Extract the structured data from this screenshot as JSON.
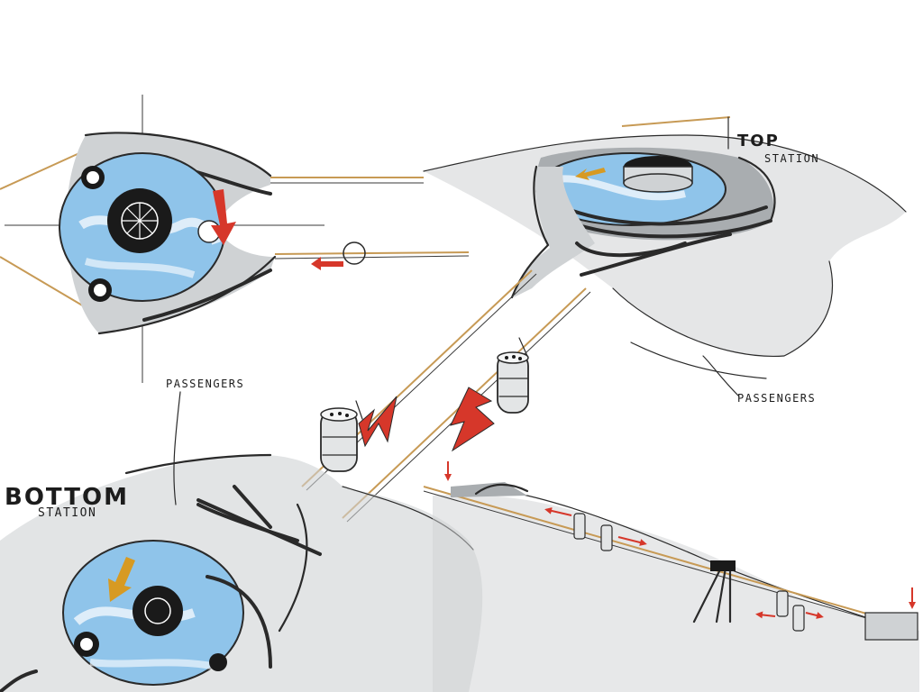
{
  "labels": {
    "top_station_1": "TOP",
    "top_station_2": "STATION",
    "bottom_station_1": "BOTTOM",
    "bottom_station_2": "STATION",
    "passengers_left": "PASSENGERS",
    "passengers_right": "PASSENGERS"
  },
  "colors": {
    "glass_blue": "#8fc4ea",
    "arrow_red": "#d6372a",
    "arrow_orange": "#d79a22",
    "cable_tan": "#c79a55",
    "ink": "#2a2a2a",
    "shade_grey": "#cfd2d4"
  }
}
